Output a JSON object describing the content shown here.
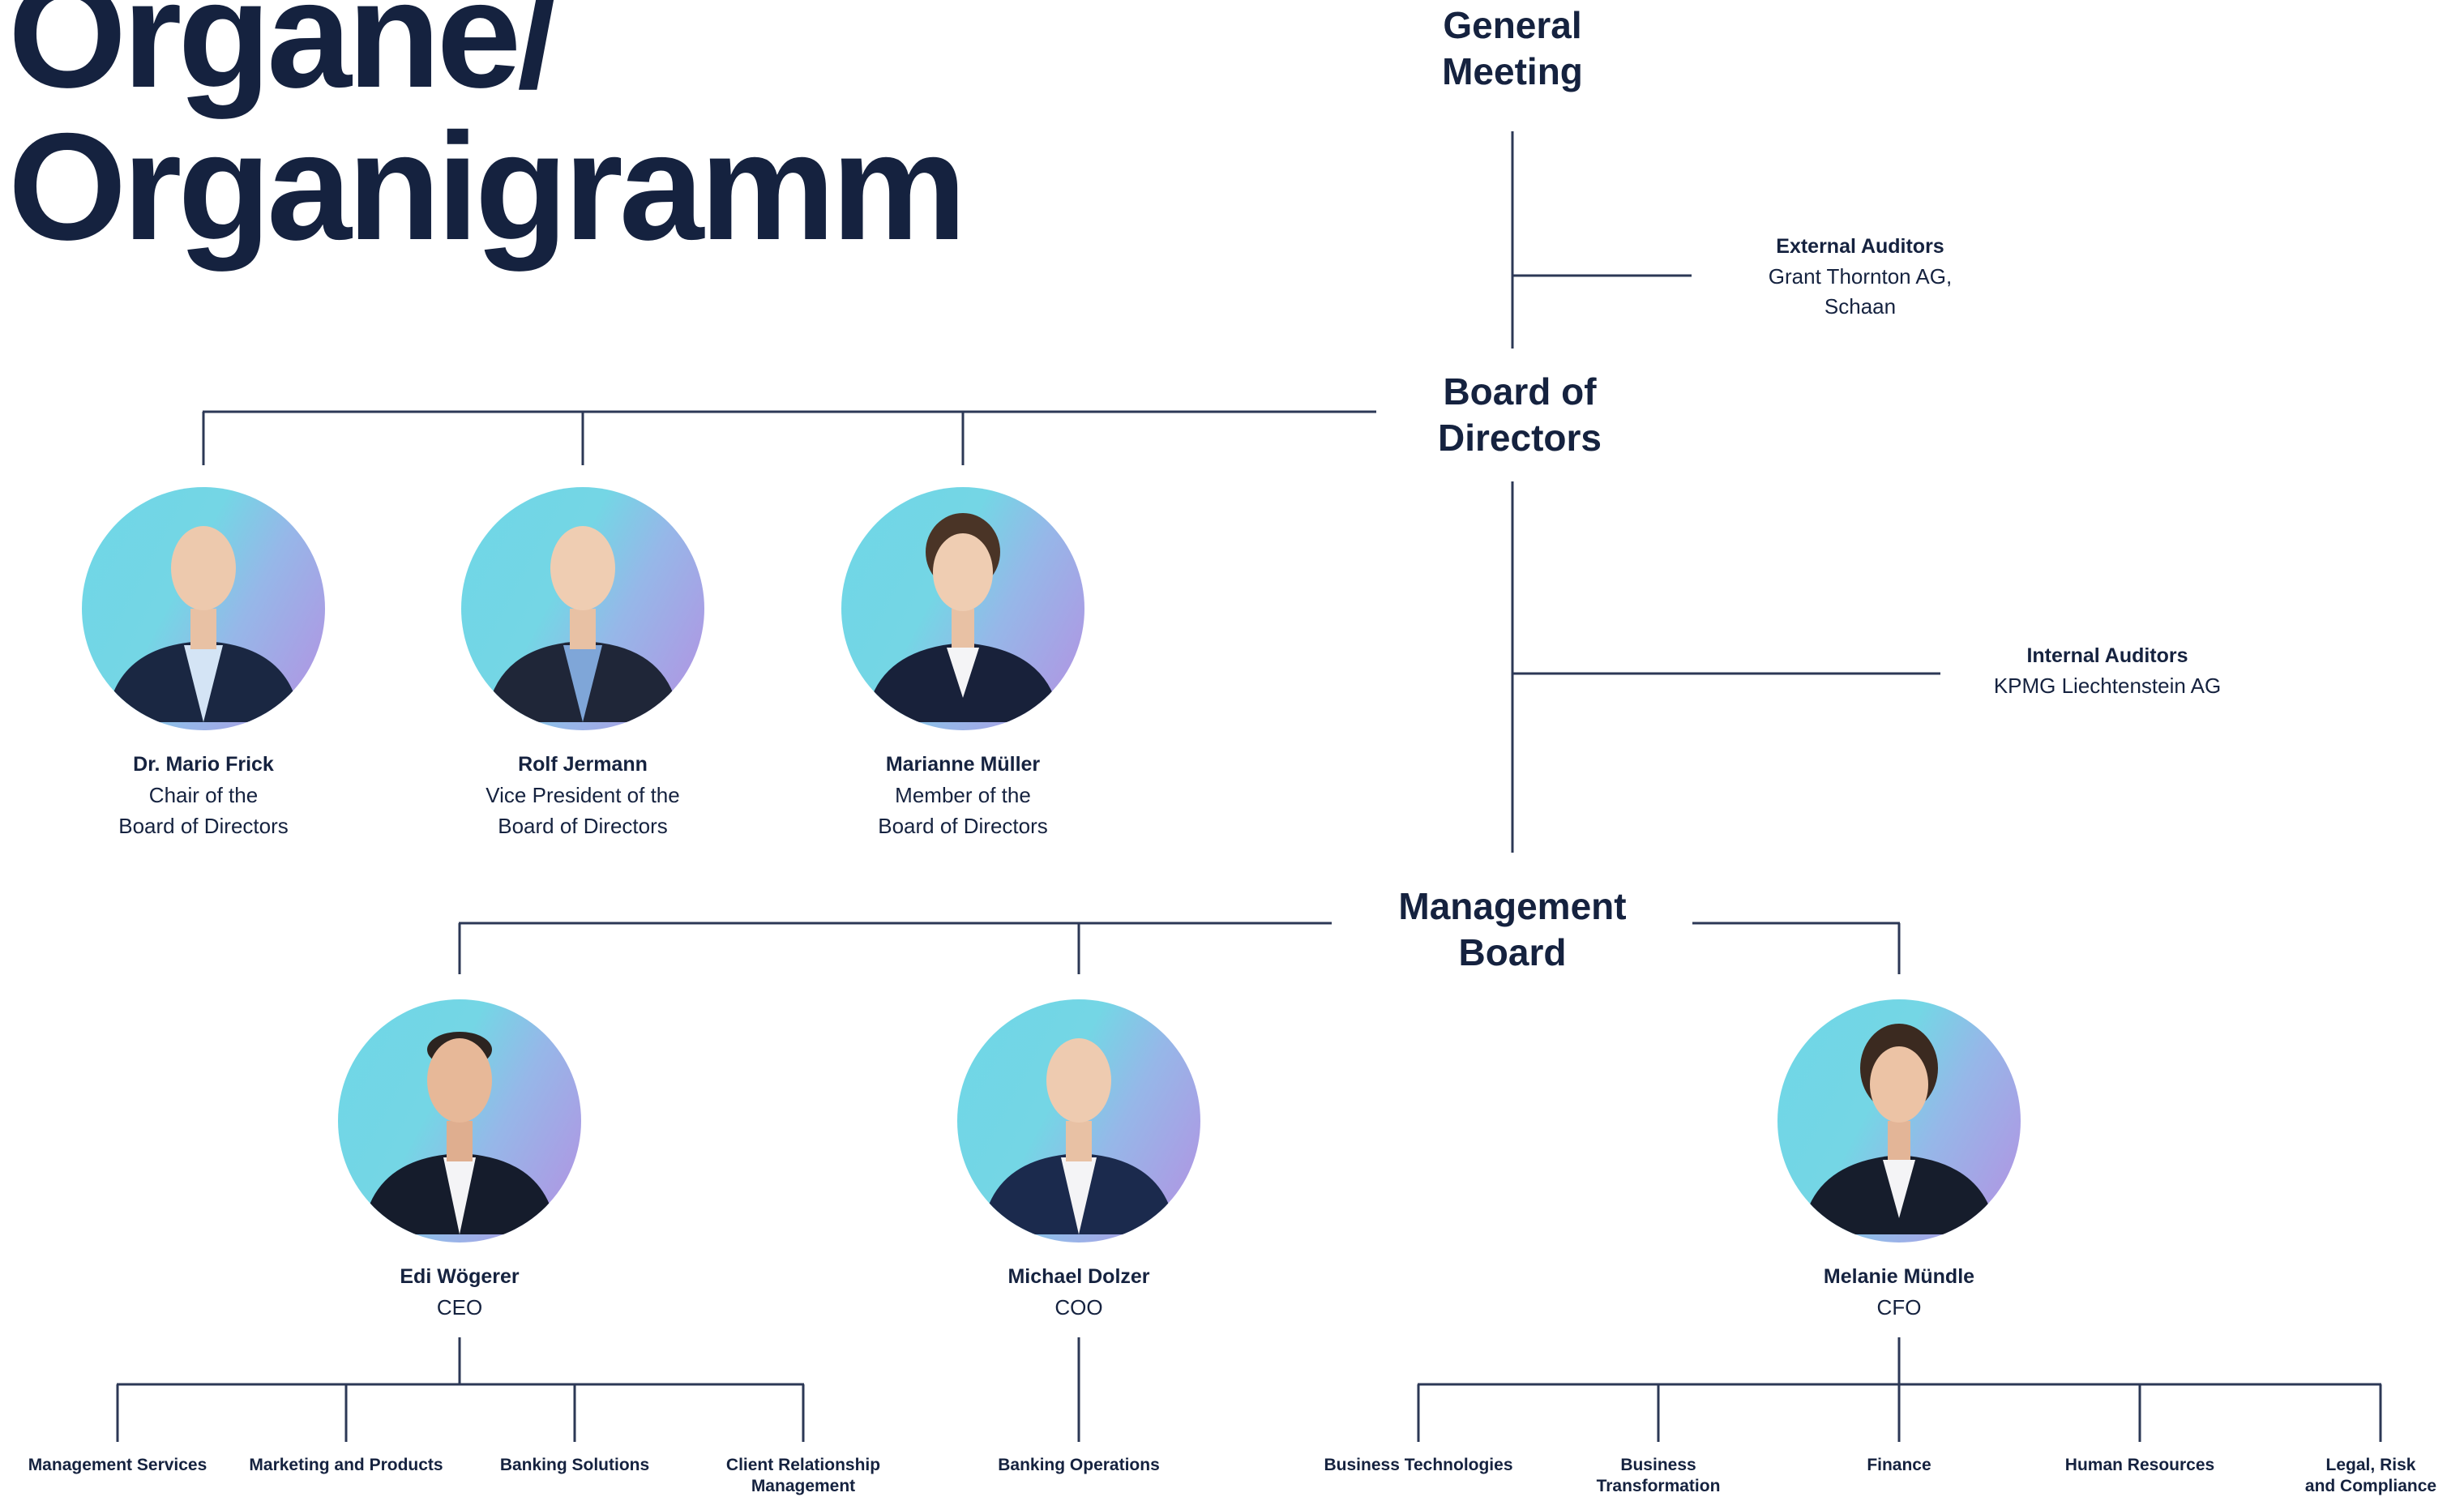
{
  "title": {
    "line1": "Organe/",
    "line2": "Organigramm"
  },
  "nodes": {
    "general_meeting": {
      "line1": "General",
      "line2": "Meeting"
    },
    "board_of_directors": {
      "line1": "Board of",
      "line2": "Directors"
    },
    "management_board": {
      "line1": "Management",
      "line2": "Board"
    }
  },
  "external_auditors": {
    "heading": "External Auditors",
    "line1": "Grant Thornton AG,",
    "line2": "Schaan"
  },
  "internal_auditors": {
    "heading": "Internal Auditors",
    "line1": "KPMG Liechtenstein AG"
  },
  "board_members": [
    {
      "name": "Dr.  Mario Frick",
      "role1": "Chair of the",
      "role2": "Board of Directors"
    },
    {
      "name": "Rolf Jermann",
      "role1": "Vice President of the",
      "role2": "Board of Directors"
    },
    {
      "name": "Marianne Müller",
      "role1": "Member of the",
      "role2": "Board of Directors"
    }
  ],
  "management": [
    {
      "name": "Edi Wögerer",
      "role": "CEO"
    },
    {
      "name": "Michael Dolzer",
      "role": "COO"
    },
    {
      "name": "Melanie Mündle",
      "role": "CFO"
    }
  ],
  "departments": {
    "ceo": [
      {
        "line1": "Management Services",
        "line2": ""
      },
      {
        "line1": "Marketing and Products",
        "line2": ""
      },
      {
        "line1": "Banking Solutions",
        "line2": ""
      },
      {
        "line1": "Client Relationship",
        "line2": "Management"
      }
    ],
    "coo": [
      {
        "line1": "Banking Operations",
        "line2": ""
      }
    ],
    "cfo": [
      {
        "line1": "Business Technologies",
        "line2": ""
      },
      {
        "line1": "Business",
        "line2": "Transformation"
      },
      {
        "line1": "Finance",
        "line2": ""
      },
      {
        "line1": "Human Resources",
        "line2": ""
      },
      {
        "line1": "Legal, Risk",
        "line2": "and Compliance"
      }
    ]
  },
  "colors": {
    "text": "#15223f",
    "lines": "#2c3856",
    "gradient_start": "#6fd7e6",
    "gradient_end": "#b58fe2"
  }
}
